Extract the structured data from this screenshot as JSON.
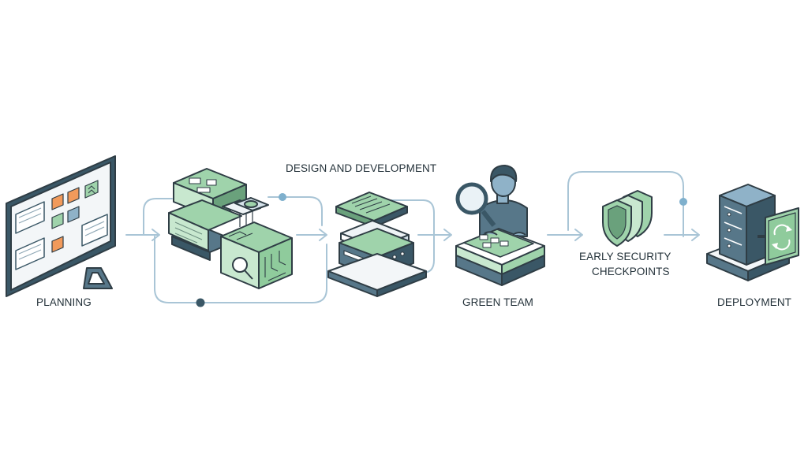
{
  "stages": {
    "planning": "PLANNING",
    "design": "DESIGN AND DEVELOPMENT",
    "green_team": "GREEN TEAM",
    "security_line1": "EARLY SECURITY",
    "security_line2": "CHECKPOINTS",
    "deployment": "DEPLOYMENT"
  },
  "colors": {
    "dark": "#3a5766",
    "slate": "#577789",
    "green": "#9fd3ab",
    "green_light": "#c8e8cf",
    "orange": "#f19a5b",
    "blue_note": "#8fb2c8",
    "arrow": "#a9c5d6",
    "outline": "#2f3d45"
  },
  "icons": {
    "planning": "kanban-board-icon",
    "design": "blueprint-circuit-blocks-icon",
    "dev": "server-stack-blueprint-icon",
    "green_team": "person-magnifier-inspection-icon",
    "security": "shield-checkpoint-icon",
    "deployment": "server-rack-deploy-icon"
  }
}
